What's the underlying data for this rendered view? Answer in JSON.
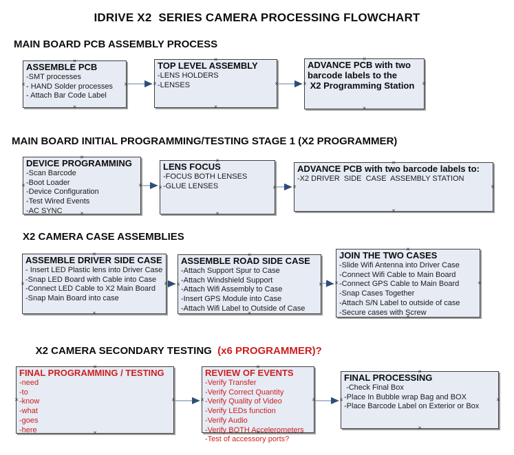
{
  "title": "IDRIVE X2  SERIES CAMERA PROCESSING FLOWCHART",
  "icons": {
    "connection_point": "×"
  },
  "colors": {
    "box_fill": "#e6ebf4",
    "box_border": "#3f3f3f",
    "box_shadow": "#9c9c9c",
    "arrow_line": "#7d97b6",
    "arrow_head": "#2e4d79",
    "red": "#cc1f1f"
  },
  "sections": [
    {
      "heading": "MAIN BOARD PCB ASSEMBLY PROCESS",
      "boxes": [
        {
          "title": "ASSEMBLE PCB",
          "items": [
            "-SMT processes",
            "- HAND Solder processes",
            "- Attach Bar Code Label"
          ]
        },
        {
          "title": "TOP LEVEL ASSEMBLY",
          "items": [
            "-LENS HOLDERS",
            "-LENSES"
          ]
        },
        {
          "title": "ADVANCE PCB with two\nbarcode labels to the\n X2 Programming Station",
          "items": []
        }
      ]
    },
    {
      "heading": "MAIN BOARD INITIAL PROGRAMMING/TESTING STAGE 1 (X2 PROGRAMMER)",
      "boxes": [
        {
          "title": "DEVICE PROGRAMMING",
          "items": [
            "-Scan Barcode",
            "-Boot Loader",
            "-Device Configuration",
            "-Test Wired Events",
            "-AC SYNC"
          ]
        },
        {
          "title": "LENS FOCUS",
          "items": [
            "-FOCUS BOTH LENSES",
            "-GLUE LENSES"
          ]
        },
        {
          "title": "ADVANCE PCB with two barcode labels to:",
          "items": [
            "-X2 DRIVER  SIDE  CASE  ASSEMBLY STATION"
          ]
        }
      ]
    },
    {
      "heading": "X2 CAMERA CASE ASSEMBLIES",
      "boxes": [
        {
          "title": "ASSEMBLE DRIVER SIDE CASE",
          "items": [
            "- Insert LED Plastic lens into Driver Case",
            "-Snap LED Board with Cable into Case",
            "-Connect LED Cable to X2 Main Board",
            "-Snap Main Board into case"
          ]
        },
        {
          "title": "ASSEMBLE ROAD SIDE CASE",
          "items": [
            "-Attach Support Spur to Case",
            "-Attach Windshield Support",
            "-Attach Wifi Assembly to Case",
            "-Insert GPS Module into Case",
            "-Attach Wifi Label to Outside of Case"
          ]
        },
        {
          "title": "JOIN THE TWO CASES",
          "items": [
            "-Slide Wifi Antenna into Driver Case",
            "-Connect Wifi Cable to Main Board",
            "-Connect GPS Cable to Main Board",
            "-Snap Cases Together",
            "-Attach S/N Label to outside of case",
            "-Secure cases with Screw"
          ]
        }
      ]
    },
    {
      "heading": "X2 CAMERA SECONDARY TESTING  ",
      "heading_red": "(x6 PROGRAMMER)?",
      "boxes": [
        {
          "title": "FINAL PROGRAMMING / TESTING",
          "items": [
            "-need",
            "-to",
            "-know",
            "-what",
            "-goes",
            "-here"
          ]
        },
        {
          "title": "REVIEW OF EVENTS",
          "items": [
            "-Verify Transfer",
            "-Verify Correct Quantity",
            "-Verify Quality of Video",
            "-Verify LEDs function",
            "-Verify Audio",
            "-Verify BOTH Accelerometers",
            "-Test of accessory ports?"
          ]
        },
        {
          "title": "FINAL PROCESSING",
          "items": [
            " -Check Final Box",
            "-Place In Bubble wrap Bag and BOX",
            "-Place Barcode Label on Exterior or Box"
          ]
        }
      ]
    }
  ]
}
